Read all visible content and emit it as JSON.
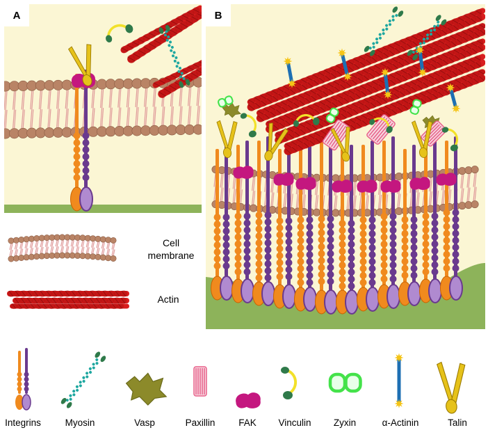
{
  "panels": {
    "a": "A",
    "b": "B"
  },
  "side_legend": {
    "cell_membrane": "Cell\nmembrane",
    "actin": "Actin"
  },
  "legend": {
    "integrins": "Integrins",
    "myosin": "Myosin",
    "vasp": "Vasp",
    "paxillin": "Paxillin",
    "fak": "FAK",
    "vinculin": "Vinculin",
    "zyxin": "Zyxin",
    "alpha_actinin": "α-Actinin",
    "talin": "Talin"
  },
  "colors": {
    "background": "#fbf6d4",
    "substrate": "#8db35a",
    "lipid_head": "#b98466",
    "lipid_tail": "#e09a9a",
    "actin": "#d81e1e",
    "integrin_alpha": "#f08a1e",
    "integrin_beta": "#6a3a8e",
    "myosin": "#1ea7a0",
    "vasp": "#8c8a2a",
    "paxillin": "#e8608a",
    "fak": "#c4177f",
    "vinculin": "#2f7a4a",
    "zyxin": "#44e24a",
    "alpha_actinin": "#1d6fb3",
    "talin": "#e6c21a"
  }
}
